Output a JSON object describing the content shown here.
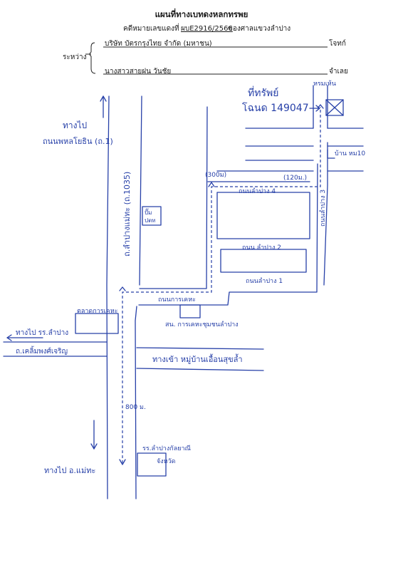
{
  "header": {
    "title": "แผนที่ทางเบทดงหลกทรพย",
    "case_label": "คดีหมายเลขแดงที่",
    "case_number": "ผบE2916/2566",
    "court": "ของศาลแขวงลำปาง",
    "between_label": "ระหว่าง",
    "plaintiff": "บริษัท บัตรกรุงไทย จำกัด (มหาชน)",
    "plaintiff_role": "โจทก์",
    "defendant": "นางสาวสายฝน วันชัย",
    "defendant_role": "จำเลย"
  },
  "map": {
    "property_label": "ที่ทรัพย์",
    "title_deed": "โฉนด 149047",
    "marker_label": "หรมเห้น",
    "house_label": "บ้าน หม10",
    "dist_300": "(300ม)",
    "dist_120": "(120ม.)",
    "road_soi4": "ถนนลำปาง 4",
    "road_soi3": "ถนนลำปาง 3",
    "road_soi2": "ถนน ลำปาง 2",
    "road_soi1": "ถนนลำปาง 1",
    "road_main": "ถ.ลำปางแม่ทะ (ถ.1035)",
    "to_north": "ทางไป",
    "to_north2": "ถนนพหลโยธิน (ถ.1)",
    "gas_station": "ปั๊ม",
    "gas_station2": "ปตท",
    "market_road": "ถนนการเคหะ",
    "housing_office": "สน. การเคหะชุมชนลำปาง",
    "left_shop": "ตลาดการเคหะ",
    "to_school": "ทางไป รร.ลำปาง",
    "road_west": "ถ.เคลิ้มพงศ์เจริญ",
    "road_village": "ทางเข้า หมู่บ้านเอื้อนสุขล้ำ",
    "dist_800": "800 ม.",
    "to_south": "ทางไป อ.แม่ทะ",
    "school": "รร.ลำปางกัลยาณี",
    "school2": "จังหวัด"
  }
}
